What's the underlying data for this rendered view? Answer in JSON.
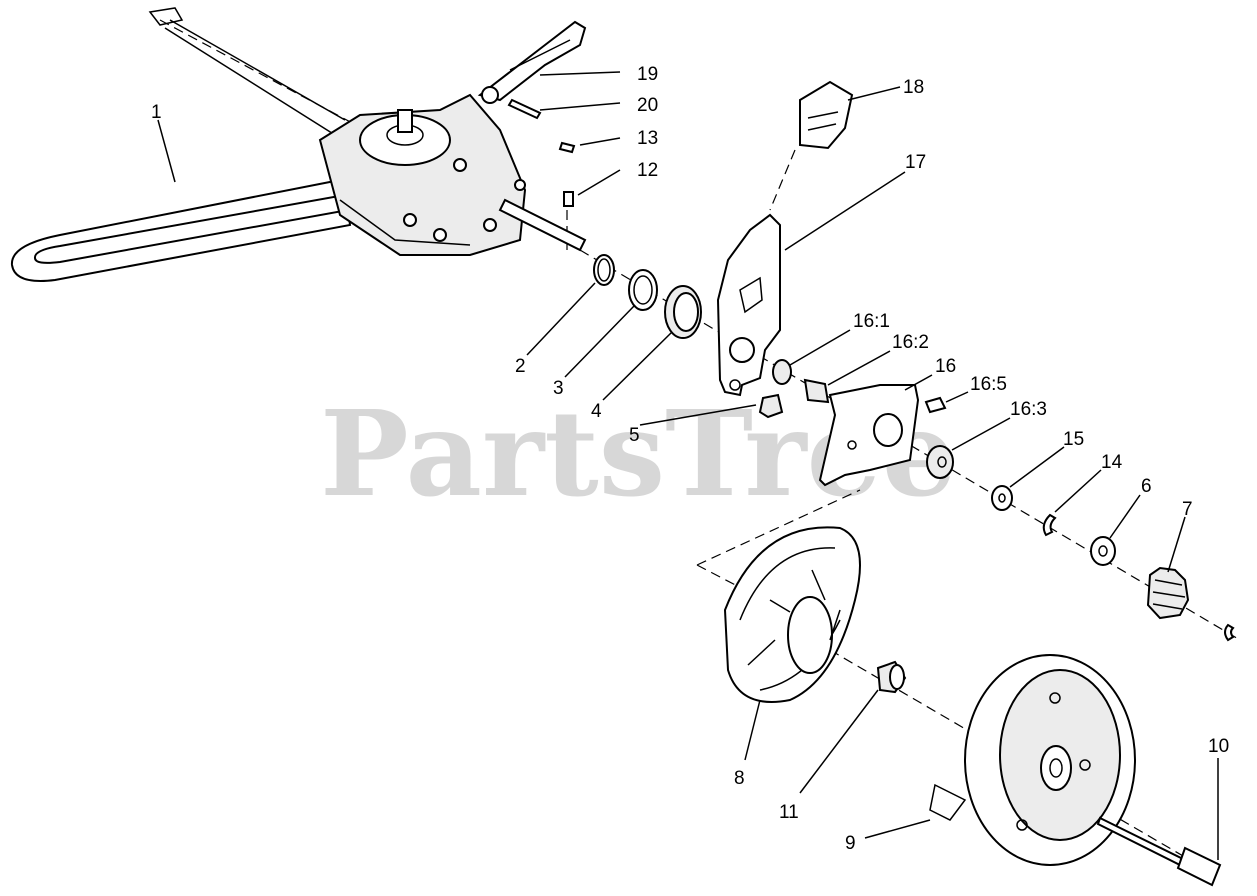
{
  "watermark": "PartsTree",
  "callouts": {
    "c1": "1",
    "c2": "2",
    "c3": "3",
    "c4": "4",
    "c5": "5",
    "c6": "6",
    "c7": "7",
    "c8": "8",
    "c9": "9",
    "c10": "10",
    "c11": "11",
    "c12": "12",
    "c13": "13",
    "c14": "14",
    "c15": "15",
    "c16": "16",
    "c16_1": "16:1",
    "c16_2": "16:2",
    "c16_3": "16:3",
    "c16_5": "16:5",
    "c17": "17",
    "c18": "18",
    "c19": "19",
    "c20": "20"
  }
}
